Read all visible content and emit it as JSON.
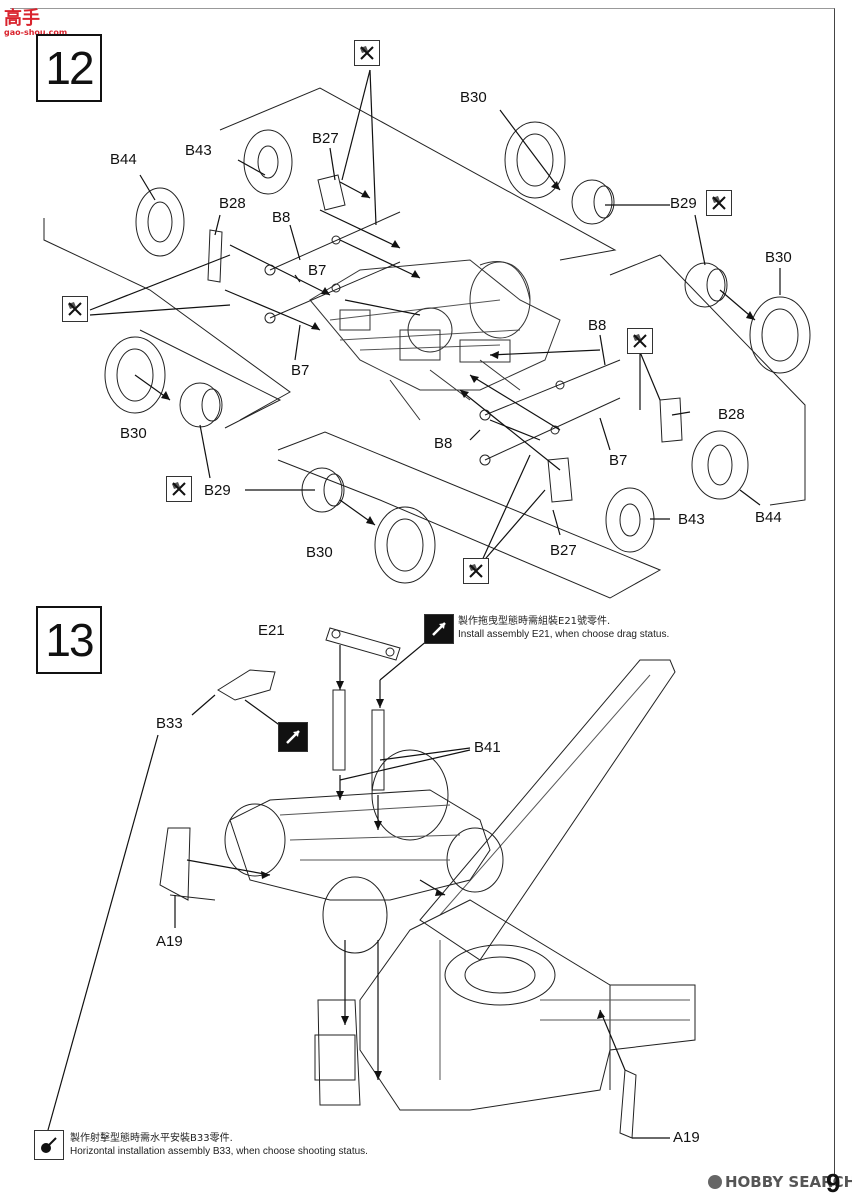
{
  "watermark": {
    "top_left_cn": "高手",
    "top_left_site": "gao-shou.com",
    "bottom_right": "HOBBY SEARCH",
    "page_number": "9"
  },
  "steps": {
    "step12": {
      "number": "12",
      "labels": {
        "b30_top": "B30",
        "b44_left": "B44",
        "b43_left": "B43",
        "b27_top": "B27",
        "b28_left": "B28",
        "b8_left": "B8",
        "b7_left_upper": "B7",
        "b29_right": "B29",
        "b30_right": "B30",
        "b7_left_lower": "B7",
        "b30_left": "B30",
        "b8_right": "B8",
        "b28_right": "B28",
        "b8_lower": "B8",
        "b7_lower": "B7",
        "b29_left": "B29",
        "b43_right": "B43",
        "b44_right": "B44",
        "b30_bottom": "B30",
        "b27_bottom": "B27"
      }
    },
    "step13": {
      "number": "13",
      "labels": {
        "e21": "E21",
        "b33": "B33",
        "b41": "B41",
        "a19_left": "A19",
        "a19_right": "A19"
      },
      "note_drag_cn": "製作拖曳型態時需組裝E21號零件.",
      "note_drag_en": "Install assembly E21, when choose drag status.",
      "note_shoot_cn": "製作射擊型態時需水平安裝B33零件.",
      "note_shoot_en": "Horizontal installation assembly B33, when choose shooting status."
    }
  },
  "icons": {
    "cement": "glue-cement-icon",
    "drag": "drag-status-icon",
    "shoot": "shooting-status-icon"
  }
}
